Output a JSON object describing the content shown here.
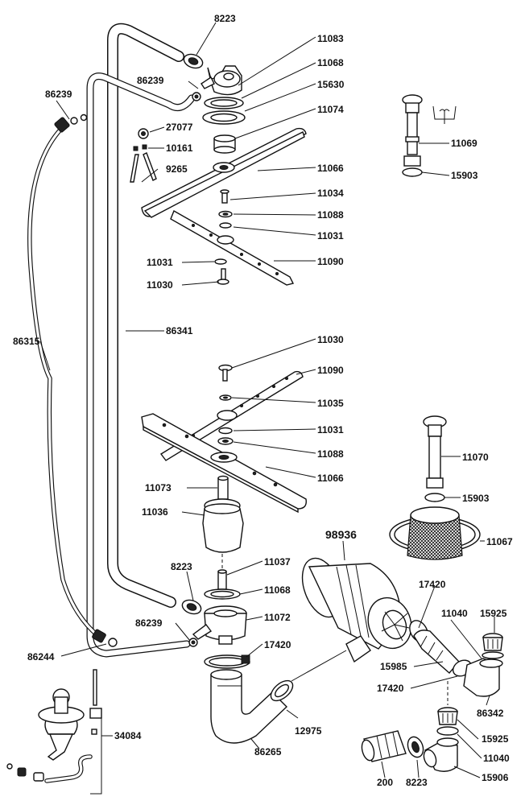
{
  "labels": {
    "p8223_top": "8223",
    "p11083": "11083",
    "p11068_top": "11068",
    "p86239_top": "86239",
    "p86239_left": "86239",
    "p15630": "15630",
    "p11074": "11074",
    "p27077": "27077",
    "p10161": "10161",
    "p9265": "9265",
    "p11066_top": "11066",
    "p11034": "11034",
    "p11088_top": "11088",
    "p11031_top_r": "11031",
    "p11031_top_l": "11031",
    "p11090_top": "11090",
    "p11030_top": "11030",
    "p86341": "86341",
    "p86315": "86315",
    "p11069": "11069",
    "p15903_top": "15903",
    "p11030_low": "11030",
    "p11090_low": "11090",
    "p11035": "11035",
    "p11031_low": "11031",
    "p11088_low": "11088",
    "p11066_low": "11066",
    "p11073": "11073",
    "p11036": "11036",
    "p11070": "11070",
    "p15903_low": "15903",
    "p11067": "11067",
    "p98936": "98936",
    "p11037": "11037",
    "p8223_mid": "8223",
    "p11068_low": "11068",
    "p11072": "11072",
    "p86239_low": "86239",
    "p17420_mid": "17420",
    "p17420_right": "17420",
    "p11040_top": "11040",
    "p15925_top": "15925",
    "p86244": "86244",
    "p15985": "15985",
    "p17420_low": "17420",
    "p86342": "86342",
    "p34084": "34084",
    "p12975": "12975",
    "p15925_low": "15925",
    "p86265": "86265",
    "p11040_low": "11040",
    "p200": "200",
    "p8223_low": "8223",
    "p15906": "15906"
  }
}
